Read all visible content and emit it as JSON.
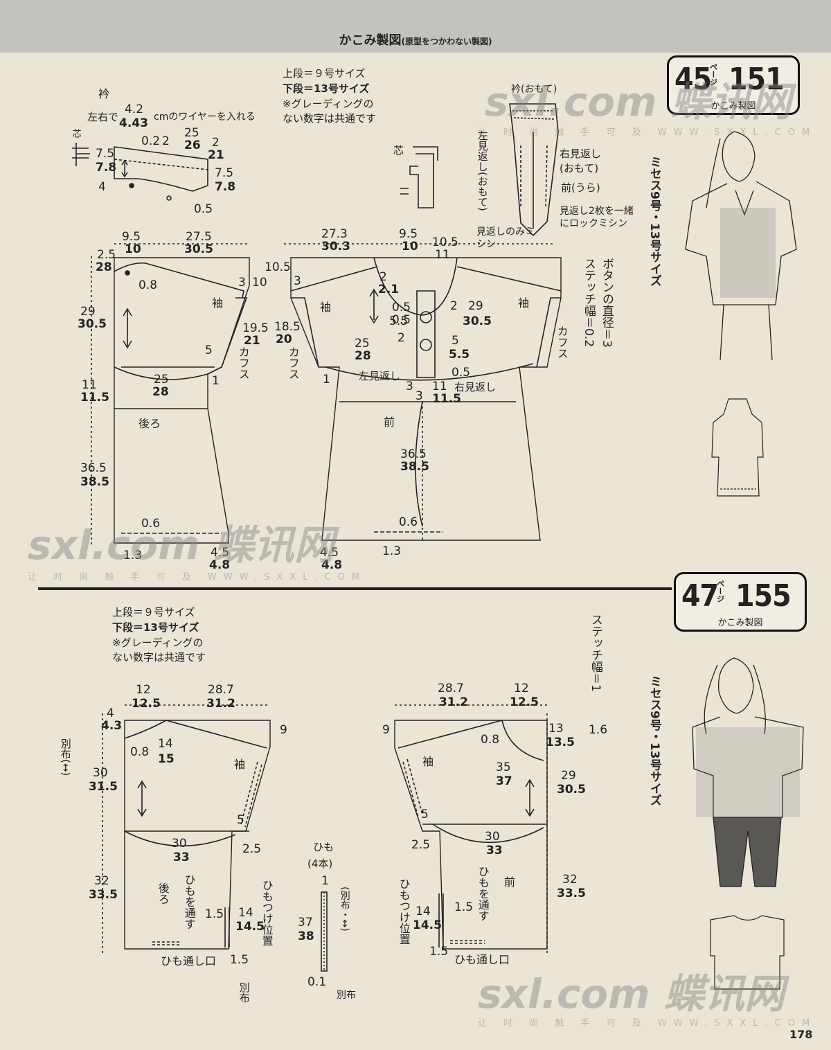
{
  "header": {
    "title": "かこみ製図",
    "subtitle": "(原型をつかわない製図)"
  },
  "page_number": "178",
  "watermark": {
    "logo": "sxl.com 蝶讯网",
    "slogan": "让 时 尚 触 手 可 及 WWW.SXXL.COM"
  },
  "pattern1": {
    "badge": {
      "issue": "45",
      "pg": "ページ",
      "num": "151",
      "label": "かこみ製図"
    },
    "size_label": "ミセス9号・13号サイズ",
    "note": {
      "line1": "上段＝９号サイズ",
      "line2": "下段＝13号サイズ",
      "line3": "※グレーディングの",
      "line4": "ない数字は共通です"
    },
    "collar": {
      "title": "衿",
      "wire_note": "左右で",
      "wire_top": "4.2",
      "wire_bottom": "4.43",
      "wire_unit": "cmのワイヤーを入れる",
      "core": "芯",
      "m_02": "0.2",
      "m_2a": "2",
      "m_25": "25",
      "m_26": "26",
      "m_2b": "2",
      "m_21": "21",
      "m_75a": "7.5",
      "m_78a": "7.8",
      "m_75b": "7.5",
      "m_78b": "7.8",
      "m_4": "4",
      "m_05": "0.5"
    },
    "core_label": "芯",
    "facing": {
      "collar_front": "衿(おもて)",
      "left_facing": "左見返し(おもて)",
      "right_facing": "右見返し(おもて)",
      "front_back": "前(うら)",
      "lock": "見返し2枚を一緒にロックミシン",
      "stitch": "見返しのみミシン"
    },
    "back": {
      "label": "後ろ",
      "sleeve": "袖",
      "cuffs": "カフス",
      "w1a": "9.5",
      "w1b": "10",
      "w2a": "27.5",
      "w2b": "30.5",
      "s25": "2.5",
      "s28": "28",
      "s08": "0.8",
      "h29": "29",
      "h305": "30.5",
      "c3": "3",
      "c10": "10",
      "c195": "19.5",
      "c21": "21",
      "c5": "5",
      "c1": "1",
      "h11": "11",
      "h115": "11.5",
      "wa": "25",
      "wb": "28",
      "h365": "36.5",
      "h385": "38.5",
      "h06": "0.6",
      "h13": "1.3",
      "h45": "4.5",
      "h48": "4.8"
    },
    "front": {
      "label": "前",
      "sleeve": "袖",
      "cuffs_l": "カフス",
      "cuffs_r": "カフス",
      "w1a": "27.3",
      "w1b": "30.3",
      "w2a": "9.5",
      "w2b": "10",
      "t105": "10.5",
      "t11": "11",
      "l105": "10.5",
      "l3": "3",
      "l185": "18.5",
      "l20": "20",
      "l1": "1",
      "b2": "2",
      "b21": "2.1",
      "b05a": "0.5",
      "b05b": "0.5",
      "b55": "5.5",
      "b2a": "2",
      "b2b": "2",
      "b29": "29",
      "b305": "30.5",
      "b5": "5",
      "b55b": "5.5",
      "b05c": "0.5",
      "wa": "25",
      "wb": "28",
      "lf": "左見返し",
      "rf": "右見返し",
      "m3a": "3",
      "m3b": "3",
      "m11": "11",
      "m115": "11.5",
      "h365": "36.5",
      "h385": "38.5",
      "h06": "0.6",
      "h13": "1.3",
      "h45": "4.5",
      "h48": "4.8"
    },
    "button_note": "ボタンの直径＝3",
    "stitch_note": "ステッチ幅＝0.2"
  },
  "pattern2": {
    "badge": {
      "issue": "47",
      "pg": "ページ",
      "num": "155",
      "label": "かこみ製図"
    },
    "size_label": "ミセス9号・13号サイズ",
    "note": {
      "line1": "上段＝９号サイズ",
      "line2": "下段＝13号サイズ",
      "line3": "※グレーディングの",
      "line4": "ない数字は共通です"
    },
    "stitch_note": "ステッチ幅＝1",
    "stitch_val": "1.6",
    "back": {
      "label": "後ろ",
      "sleeve": "袖",
      "w1a": "12",
      "w1b": "12.5",
      "w2a": "28.7",
      "w2b": "31.2",
      "t4": "4",
      "t43": "4.3",
      "r9": "9",
      "s08": "0.8",
      "s14": "14",
      "s15": "15",
      "h30": "30",
      "h315": "31.5",
      "c5": "5",
      "c25": "2.5",
      "wa": "30",
      "wb": "33",
      "h32": "32",
      "h335": "33.5",
      "f15": "1.5",
      "f14": "14",
      "f145": "14.5",
      "f15b": "1.5",
      "separate": "別布(↔)",
      "cord_pass": "ひもを通す",
      "cord_attach": "ひもつけ位置",
      "cord_opening": "ひも通し口",
      "sep_bottom": "別布"
    },
    "front": {
      "label": "前",
      "sleeve": "袖",
      "w1a": "28.7",
      "w1b": "31.2",
      "w2a": "12",
      "w2b": "12.5",
      "l9": "9",
      "r13": "13",
      "r135": "13.5",
      "s08": "0.8",
      "s35": "35",
      "s37": "37",
      "h29": "29",
      "h305": "30.5",
      "c5": "5",
      "c25": "2.5",
      "wa": "30",
      "wb": "33",
      "h32": "32",
      "h335": "33.5",
      "f15": "1.5",
      "f14": "14",
      "f145": "14.5",
      "f15b": "1.5",
      "cord_pass": "ひもを通す",
      "cord_attach": "ひもつけ位置",
      "cord_opening": "ひも通し口"
    },
    "strap": {
      "title": "ひも",
      "count": "(4本)",
      "w1": "1",
      "l37": "37",
      "l38": "38",
      "w01": "0.1",
      "fabric": "(別布・↔)",
      "fabric_bottom": "別布"
    }
  }
}
